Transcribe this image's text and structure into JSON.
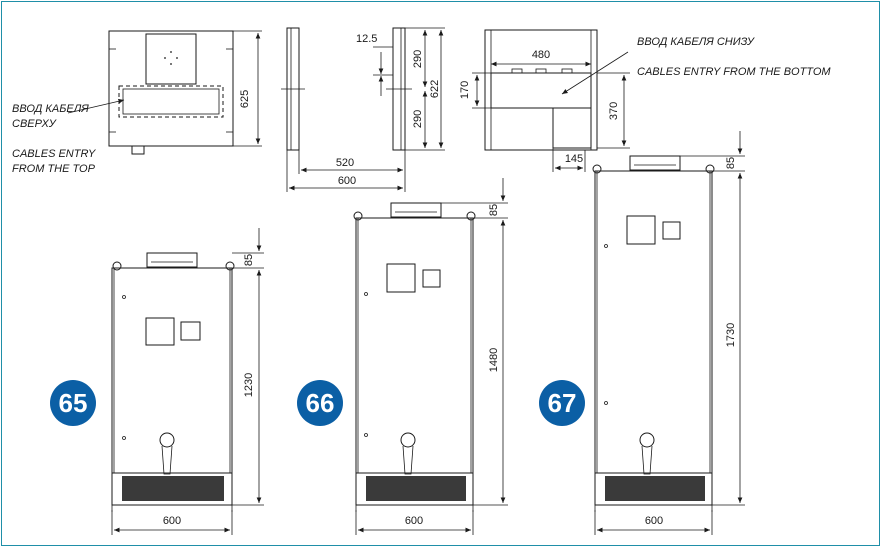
{
  "notes": {
    "top_ru": "ВВОД КАБЕЛЯ",
    "top_ru2": "СВЕРХУ",
    "top_en": "CABLES ENTRY",
    "top_en2": "FROM THE TOP",
    "bottom_ru": "ВВОД КАБЕЛЯ СНИЗУ",
    "bottom_en": "CABLES ENTRY FROM THE BOTTOM"
  },
  "dims": {
    "top_height": "625",
    "side_width": "520",
    "side_total": "600",
    "gap": "12.5",
    "upper": "290",
    "lower": "290",
    "overall": "622",
    "bottom_width": "480",
    "bottom_depth": "170",
    "bottom_height": "370",
    "bottom_offset": "145",
    "cab65_top": "85",
    "cab65_height": "1230",
    "cab65_width": "600",
    "cab66_top": "85",
    "cab66_height": "1480",
    "cab66_width": "600",
    "cab67_top": "85",
    "cab67_height": "1730",
    "cab67_width": "600"
  },
  "badges": {
    "b65": "65",
    "b66": "66",
    "b67": "67"
  },
  "colors": {
    "badge": "#0b5fa5",
    "frame": "#1f8fa8"
  }
}
